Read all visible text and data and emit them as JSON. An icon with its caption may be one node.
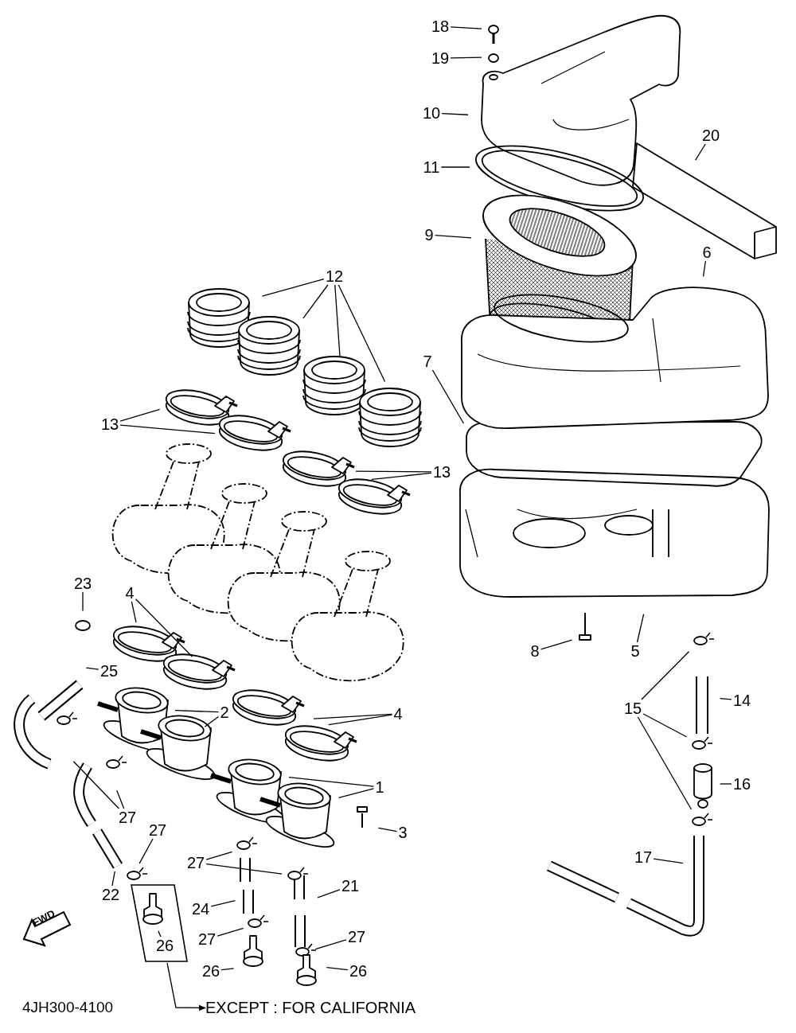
{
  "diagram": {
    "nodes": [
      {
        "text": [
          "18"
        ]
      },
      {
        "text": [
          "19"
        ]
      },
      {
        "text": [
          "10"
        ]
      },
      {
        "text": [
          "11"
        ]
      },
      {
        "text": [
          "20"
        ]
      },
      {
        "text": [
          "9"
        ]
      },
      {
        "text": [
          "6"
        ]
      },
      {
        "text": [
          "12"
        ]
      },
      {
        "text": [
          "7"
        ]
      },
      {
        "text": [
          "13"
        ]
      },
      {
        "text": [
          "13"
        ]
      },
      {
        "text": [
          "23"
        ]
      },
      {
        "text": [
          "4"
        ]
      },
      {
        "text": [
          "25"
        ]
      },
      {
        "text": [
          "2"
        ]
      },
      {
        "text": [
          "4"
        ]
      },
      {
        "text": [
          "8"
        ]
      },
      {
        "text": [
          "5"
        ]
      },
      {
        "text": [
          "15"
        ]
      },
      {
        "text": [
          "14"
        ]
      },
      {
        "text": [
          "16"
        ]
      },
      {
        "text": [
          "1"
        ]
      },
      {
        "text": [
          "27"
        ]
      },
      {
        "text": [
          "3"
        ]
      },
      {
        "text": [
          "17"
        ]
      },
      {
        "text": [
          "27"
        ]
      },
      {
        "text": [
          "27"
        ]
      },
      {
        "text": [
          "22"
        ]
      },
      {
        "text": [
          "21"
        ]
      },
      {
        "text": [
          "24"
        ]
      },
      {
        "text": [],
        "shape": "box"
      },
      {
        "text": [
          "26"
        ],
        "in": 30
      },
      {
        "text": [
          "27"
        ]
      },
      {
        "text": [
          "27"
        ]
      },
      {
        "text": [
          "26"
        ]
      },
      {
        "text": [
          "26"
        ]
      },
      {
        "text": [
          "EXCEPT : FOR CALIFORNIA"
        ]
      }
    ],
    "edges": [
      {
        "from": 0,
        "to": null,
        "arrow": "none"
      },
      {
        "from": 1,
        "to": null,
        "arrow": "none"
      },
      {
        "from": 2,
        "to": null,
        "arrow": "none"
      },
      {
        "from": 3,
        "to": null,
        "arrow": "none"
      },
      {
        "from": 4,
        "to": null,
        "arrow": "none"
      },
      {
        "from": 5,
        "to": null,
        "arrow": "none"
      },
      {
        "from": 6,
        "to": null,
        "arrow": "none"
      },
      {
        "from": 7,
        "to": null,
        "arrow": "none"
      },
      {
        "from": 7,
        "to": null,
        "arrow": "none"
      },
      {
        "from": 7,
        "to": null,
        "arrow": "none"
      },
      {
        "from": 7,
        "to": null,
        "arrow": "none"
      },
      {
        "from": 8,
        "to": null,
        "arrow": "none"
      },
      {
        "from": 9,
        "to": null,
        "arrow": "none"
      },
      {
        "from": 9,
        "to": null,
        "arrow": "none"
      },
      {
        "from": 10,
        "to": null,
        "arrow": "none"
      },
      {
        "from": 10,
        "to": null,
        "arrow": "none"
      },
      {
        "from": 11,
        "to": null,
        "arrow": "none"
      },
      {
        "from": 12,
        "to": null,
        "arrow": "none"
      },
      {
        "from": 12,
        "to": null,
        "arrow": "none"
      },
      {
        "from": 13,
        "to": null,
        "arrow": "none"
      },
      {
        "from": 14,
        "to": null,
        "arrow": "none"
      },
      {
        "from": 14,
        "to": null,
        "arrow": "none"
      },
      {
        "from": 15,
        "to": null,
        "arrow": "none"
      },
      {
        "from": 15,
        "to": null,
        "arrow": "none"
      },
      {
        "from": 16,
        "to": null,
        "arrow": "none"
      },
      {
        "from": 17,
        "to": null,
        "arrow": "none"
      },
      {
        "from": 18,
        "to": null,
        "arrow": "none"
      },
      {
        "from": 18,
        "to": null,
        "arrow": "none"
      },
      {
        "from": 18,
        "to": null,
        "arrow": "none"
      },
      {
        "from": 19,
        "to": null,
        "arrow": "none"
      },
      {
        "from": 20,
        "to": null,
        "arrow": "none"
      },
      {
        "from": 21,
        "to": null,
        "arrow": "none"
      },
      {
        "from": 21,
        "to": null,
        "arrow": "none"
      },
      {
        "from": 22,
        "to": null,
        "arrow": "none"
      },
      {
        "from": 22,
        "to": null,
        "arrow": "none"
      },
      {
        "from": 23,
        "to": null,
        "arrow": "none"
      },
      {
        "from": 24,
        "to": null,
        "arrow": "none"
      },
      {
        "from": 25,
        "to": null,
        "arrow": "none"
      },
      {
        "from": 26,
        "to": null,
        "arrow": "none"
      },
      {
        "from": 26,
        "to": null,
        "arrow": "none"
      },
      {
        "from": 27,
        "to": null,
        "arrow": "none"
      },
      {
        "from": 28,
        "to": null,
        "arrow": "none"
      },
      {
        "from": 29,
        "to": null,
        "arrow": "none"
      },
      {
        "from": 31,
        "to": null,
        "arrow": "none"
      },
      {
        "from": 32,
        "to": null,
        "arrow": "none"
      },
      {
        "from": 33,
        "to": null,
        "arrow": "none"
      },
      {
        "from": 34,
        "to": null,
        "arrow": "none"
      },
      {
        "from": 35,
        "to": null,
        "arrow": "none"
      },
      {
        "from": 30,
        "to": 36,
        "arrow": "to"
      }
    ],
    "labels": [
      "FWD",
      "4JH300-4100"
    ]
  }
}
